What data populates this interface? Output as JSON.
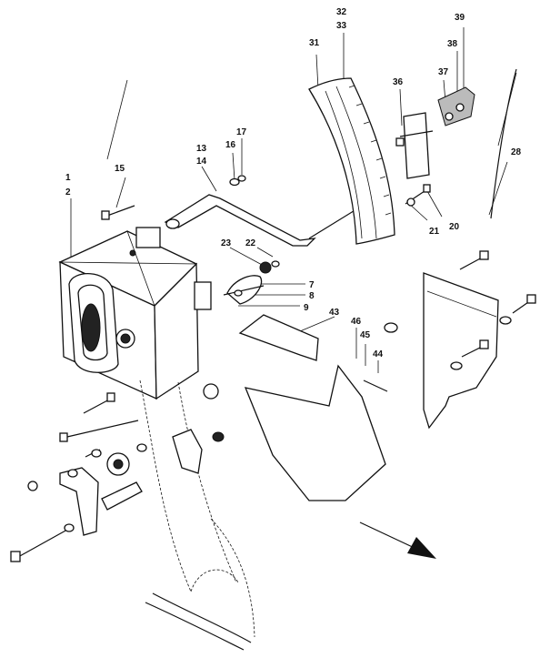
{
  "diagram": {
    "callouts": [
      {
        "id": "c1",
        "text": "1"
      },
      {
        "id": "c2",
        "text": "2"
      },
      {
        "id": "c7",
        "text": "7"
      },
      {
        "id": "c8",
        "text": "8"
      },
      {
        "id": "c9",
        "text": "9"
      },
      {
        "id": "c13",
        "text": "13"
      },
      {
        "id": "c14",
        "text": "14"
      },
      {
        "id": "c15",
        "text": "15"
      },
      {
        "id": "c16",
        "text": "16"
      },
      {
        "id": "c17",
        "text": "17"
      },
      {
        "id": "c20",
        "text": "20"
      },
      {
        "id": "c21",
        "text": "21"
      },
      {
        "id": "c22",
        "text": "22"
      },
      {
        "id": "c23",
        "text": "23"
      },
      {
        "id": "c28",
        "text": "28"
      },
      {
        "id": "c31",
        "text": "31"
      },
      {
        "id": "c32",
        "text": "32"
      },
      {
        "id": "c33",
        "text": "33"
      },
      {
        "id": "c36",
        "text": "36"
      },
      {
        "id": "c37",
        "text": "37"
      },
      {
        "id": "c38",
        "text": "38"
      },
      {
        "id": "c39",
        "text": "39"
      },
      {
        "id": "c43",
        "text": "43"
      },
      {
        "id": "c44",
        "text": "44"
      },
      {
        "id": "c45",
        "text": "45"
      },
      {
        "id": "c46",
        "text": "46"
      }
    ]
  }
}
